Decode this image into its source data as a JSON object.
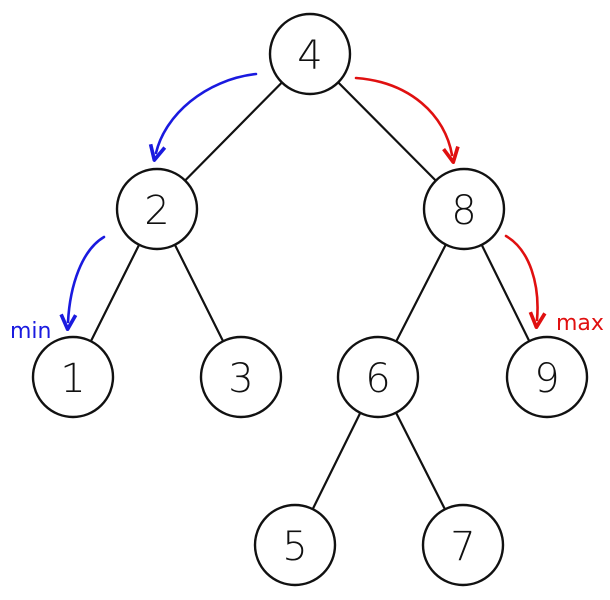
{
  "colors": {
    "line": "#111111",
    "min_accent": "#1a1adf",
    "max_accent": "#e01010"
  },
  "nodes": [
    {
      "id": "n4",
      "label": "4"
    },
    {
      "id": "n2",
      "label": "2"
    },
    {
      "id": "n8",
      "label": "8"
    },
    {
      "id": "n1",
      "label": "1"
    },
    {
      "id": "n3",
      "label": "3"
    },
    {
      "id": "n6",
      "label": "6"
    },
    {
      "id": "n9",
      "label": "9"
    },
    {
      "id": "n5",
      "label": "5"
    },
    {
      "id": "n7",
      "label": "7"
    }
  ],
  "edges": [
    {
      "from": "n4",
      "to": "n2"
    },
    {
      "from": "n4",
      "to": "n8"
    },
    {
      "from": "n2",
      "to": "n1"
    },
    {
      "from": "n2",
      "to": "n3"
    },
    {
      "from": "n8",
      "to": "n6"
    },
    {
      "from": "n8",
      "to": "n9"
    },
    {
      "from": "n6",
      "to": "n5"
    },
    {
      "from": "n6",
      "to": "n7"
    }
  ],
  "annotations": {
    "min_label": "min",
    "max_label": "max"
  }
}
